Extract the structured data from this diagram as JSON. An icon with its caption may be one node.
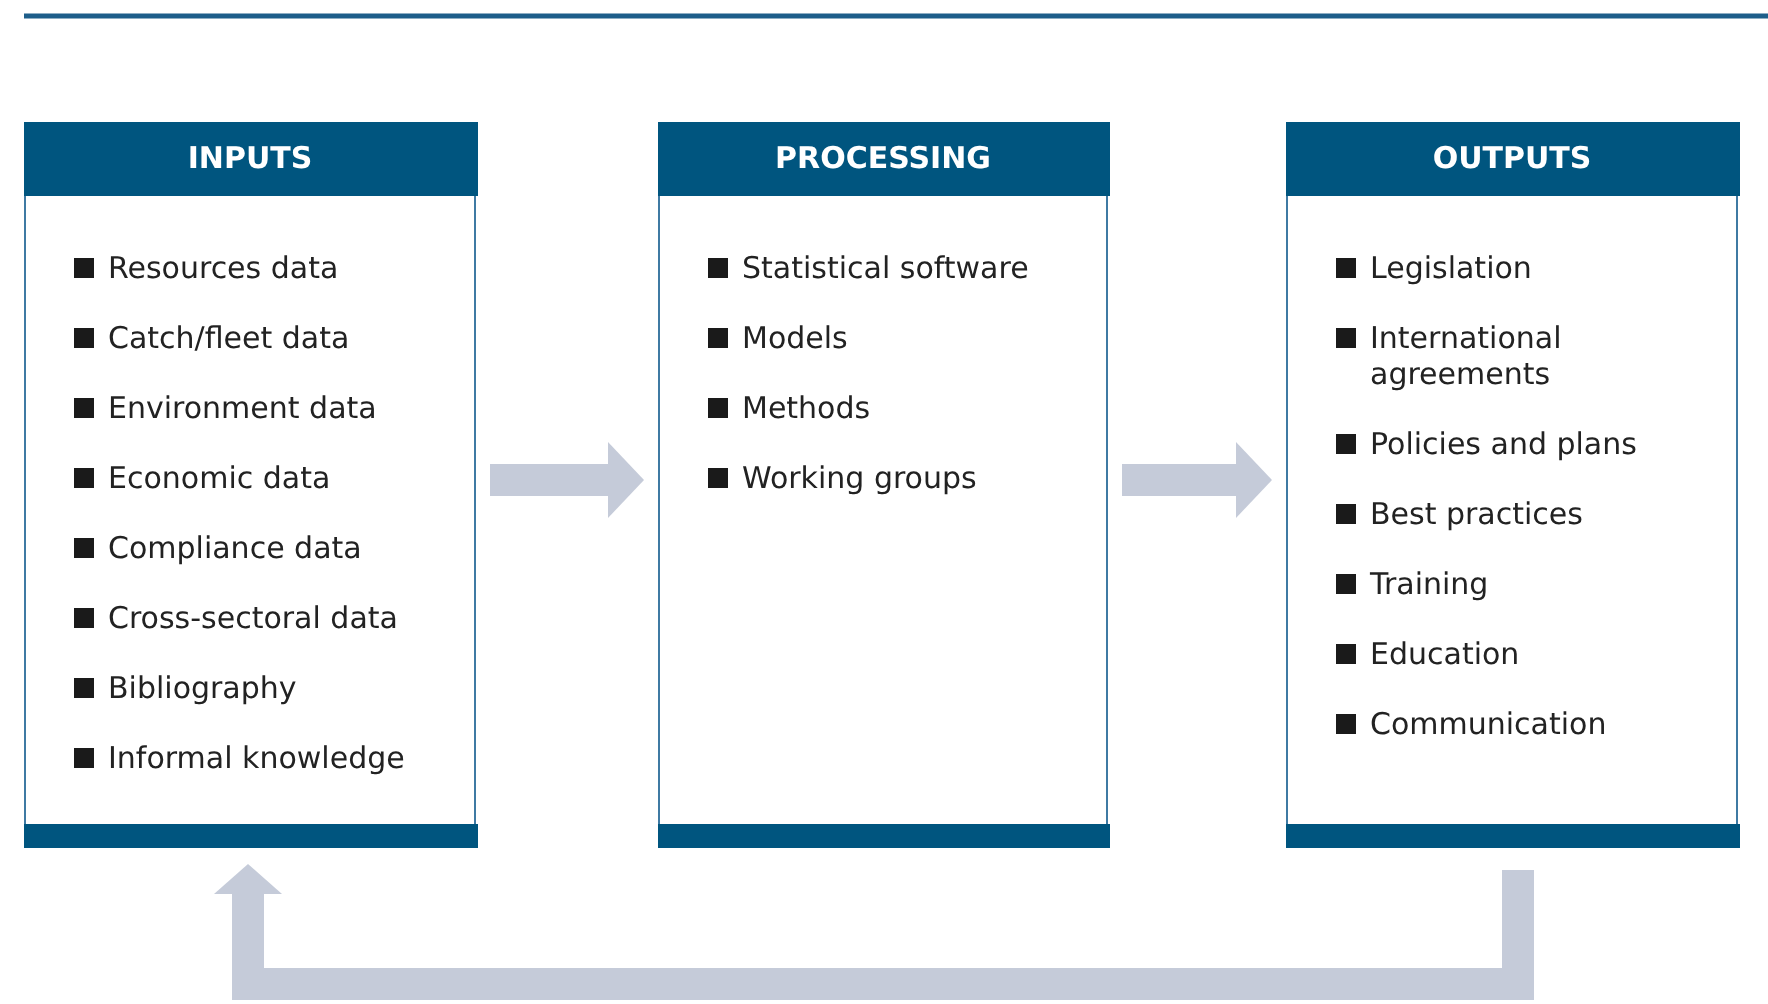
{
  "diagram": {
    "nodes": [
      {
        "text": [
          "INPUTS",
          "Resources data",
          "Catch/fleet data",
          "Environment data",
          "Economic data",
          "Compliance data",
          "Cross-sectoral data",
          "Bibliography",
          "Informal knowledge"
        ]
      },
      {
        "text": [
          "PROCESSING",
          "Statistical software",
          "Models",
          "Methods",
          "Working groups"
        ]
      },
      {
        "text": [
          "OUTPUTS",
          "Legislation",
          "International agreements",
          "Policies and plans",
          "Best practices",
          "Training",
          "Education",
          "Communication"
        ]
      }
    ],
    "edges": [
      {
        "from": 0,
        "to": 1,
        "arrow": "to"
      },
      {
        "from": 1,
        "to": 2,
        "arrow": "to"
      },
      {
        "from": 2,
        "to": 0,
        "arrow": "to"
      }
    ]
  }
}
